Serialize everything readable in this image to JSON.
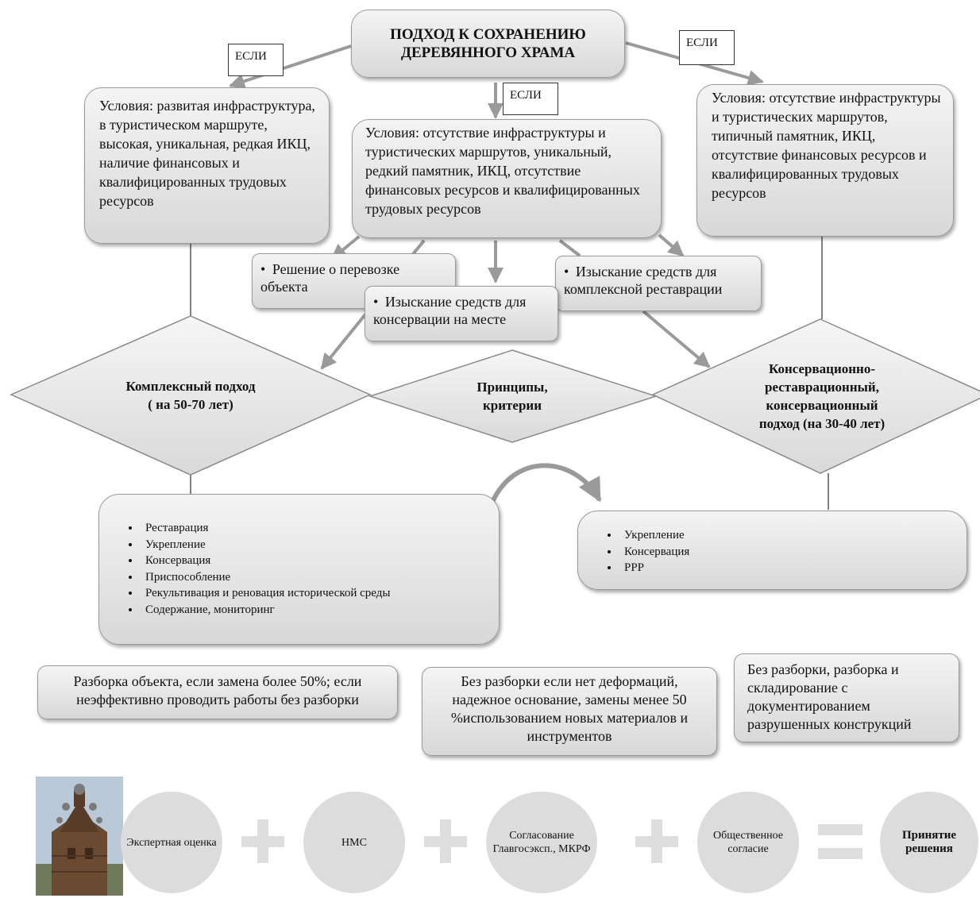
{
  "top": {
    "title": "ПОДХОД К СОХРАНЕНИЮ ДЕРЕВЯННОГО ХРАМА"
  },
  "if_labels": {
    "left": "ЕСЛИ",
    "center": "ЕСЛИ",
    "right": "ЕСЛИ"
  },
  "conditions": {
    "left": "Условия: развитая инфраструктура, в туристическом маршруте, высокая, уникальная, редкая ИКЦ, наличие финансовых и квалифицированных трудовых ресурсов",
    "center": "Условия: отсутствие инфраструктуры и туристических маршрутов, уникальный, редкий памятник, ИКЦ, отсутствие финансовых ресурсов и квалифицированных трудовых ресурсов",
    "right": "Условия: отсутствие инфраструктуры и туристических маршрутов, типичный памятник, ИКЦ, отсутствие финансовых ресурсов и квалифицированных трудовых ресурсов"
  },
  "actions": {
    "relocation": "Решение о перевозке объекта",
    "conservation_funds": "Изыскание средств для консервации на месте",
    "restoration_funds": "Изыскание средств для комплексной реставрации"
  },
  "diamonds": {
    "left_line1": "Комплексный подход",
    "left_line2": "( на 50-70 лет)",
    "center_line1": "Принципы,",
    "center_line2": "критерии",
    "right_line1": "Консервационно-",
    "right_line2": "реставрационный,",
    "right_line3": "консервационный",
    "right_line4": "подход (на 30-40 лет)"
  },
  "left_list": [
    "Реставрация",
    "Укрепление",
    "Консервация",
    "Приспособление",
    "Рекультивация и реновация исторической среды",
    "Содержание, мониторинг"
  ],
  "right_list": [
    "Укрепление",
    "Консервация",
    "РРР"
  ],
  "notes": {
    "left": "Разборка объекта, если замена более 50%; если неэффективно проводить работы без разборки",
    "center": "Без разборки если нет деформаций, надежное основание, замены менее 50 %использованием новых материалов и инструментов",
    "right": "Без разборки, разборка и складирование с документированием разрушенных конструкций"
  },
  "equation": {
    "step1": "Экспертная оценка",
    "step2": "НМС",
    "step3": "Согласование Главгосэксп., МКРФ",
    "step4": "Общественное согласие",
    "result": "Принятие решения"
  },
  "icons": {
    "photo": "wooden-church-photo",
    "plus": "plus-icon",
    "equals": "equals-icon"
  },
  "colors": {
    "box_fill": "#e3e3e3",
    "arrow": "#999999",
    "line": "#555555",
    "circle": "#dcdcdc"
  }
}
